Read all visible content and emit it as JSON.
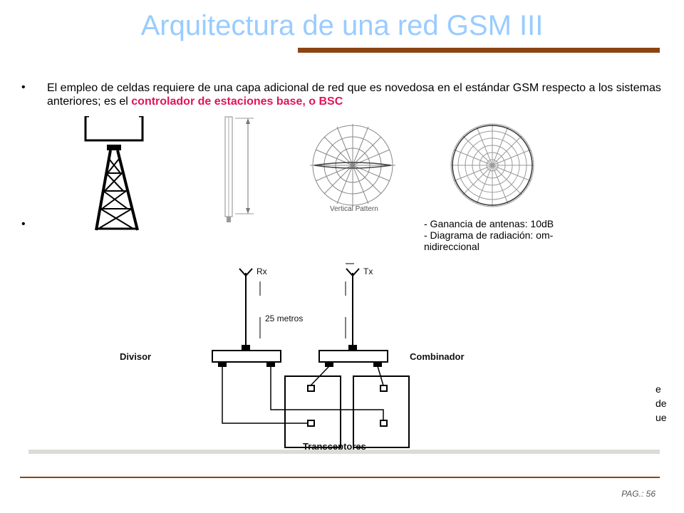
{
  "slide": {
    "title": "Arquitectura de una red GSM III",
    "page": "PAG.: 56"
  },
  "bullets": {
    "bullet1": {
      "symbol": "•",
      "text_before": "El empleo de celdas requiere de una capa adicional de red que es novedosa en el estándar GSM respecto a los sistemas anteriores; es el ",
      "highlight": "controlador de estaciones base, o BSC"
    },
    "bullet2": {
      "symbol": "•"
    }
  },
  "right_fragments": [
    "e",
    "de",
    "ue"
  ],
  "specs": {
    "line1": "- Ganancia de antenas: 10dB",
    "line2": "- Diagrama de radiación: om-",
    "line3": "nidireccional"
  },
  "diagram": {
    "rx": "Rx",
    "tx": "Tx",
    "distance": "25 metros",
    "divisor": "Divisor",
    "combinador": "Combinador",
    "transceptores": "Transceptores",
    "vertical_pattern": "Vertical Pattern"
  }
}
